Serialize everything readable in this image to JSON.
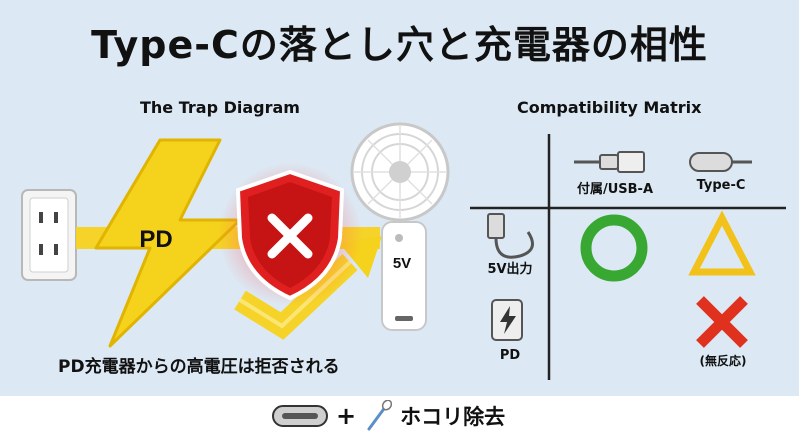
{
  "title": "Type-Cの落とし穴と充電器の相性",
  "diagram": {
    "heading": "The Trap Diagram",
    "bolt_label": "PD",
    "fan_label": "5V",
    "caption": "PD充電器からの高電圧は拒否される"
  },
  "matrix": {
    "heading": "Compatibility Matrix",
    "columns": [
      "付属/USB-A",
      "Type-C"
    ],
    "rows": [
      "5V出力",
      "PD"
    ],
    "cells": [
      [
        "circle",
        "triangle"
      ],
      [
        "",
        "cross"
      ]
    ],
    "note": "(無反応)"
  },
  "footer": {
    "plus": "+",
    "text": "ホコリ除去"
  },
  "colors": {
    "background": "#dce9f4",
    "bolt": "#f5d21c",
    "shield": "#e02020",
    "ok": "#38a832",
    "warn": "#f2c21b",
    "ng": "#e0301e"
  }
}
